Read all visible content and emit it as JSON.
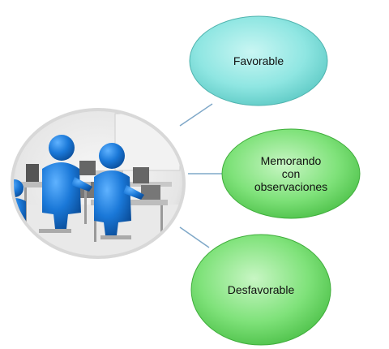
{
  "diagram": {
    "center_image": "people-at-computers-illustration",
    "colors": {
      "favorable": "#8fe6e2",
      "memorando": "#7fe27a",
      "desfavorable": "#7fe27a",
      "connector": "#7fa8c8"
    },
    "nodes": [
      {
        "id": "favorable",
        "label": "Favorable"
      },
      {
        "id": "memorando",
        "label": "Memorando\ncon\nobservaciones"
      },
      {
        "id": "desfavorable",
        "label": "Desfavorable"
      }
    ]
  }
}
